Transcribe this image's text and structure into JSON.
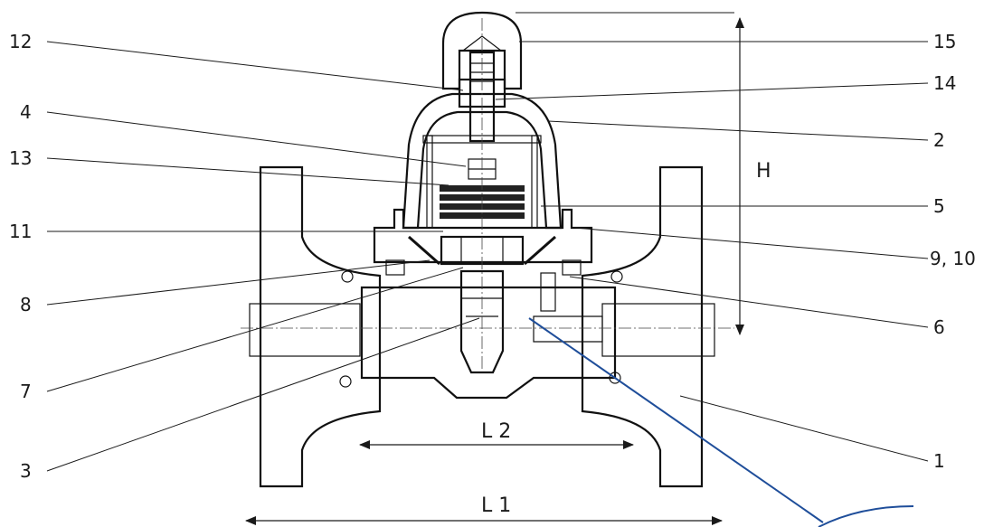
{
  "part_labels": {
    "p12": "12",
    "p4": "4",
    "p13": "13",
    "p11": "11",
    "p8": "8",
    "p7": "7",
    "p3": "3",
    "p15": "15",
    "p14": "14",
    "p2": "2",
    "p5": "5",
    "p9_10": "9, 10",
    "p6": "6",
    "p1": "1"
  },
  "dimensions": {
    "height": "H",
    "length_inner": "L 2",
    "length_outer": "L 1"
  },
  "colors": {
    "ink": "#1a1a1a",
    "accent_line": "#1f4e9a"
  }
}
